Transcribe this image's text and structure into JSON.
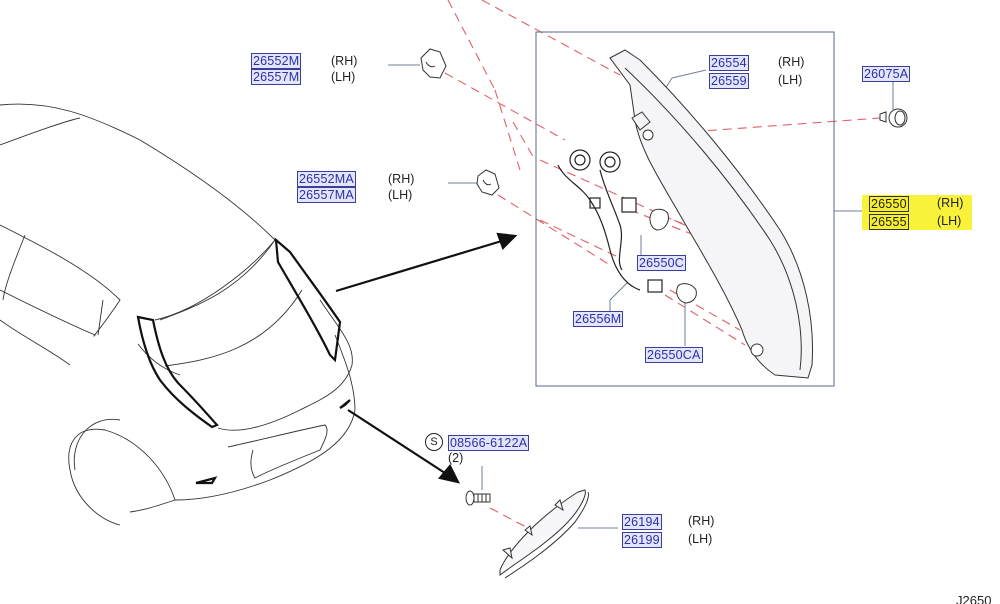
{
  "diagram": {
    "title_code": "J2650",
    "highlight_color": "#f9f23a",
    "part_number_color": "#2b2fa8",
    "dash_color": "#e0606a",
    "callouts": [
      {
        "id": "lens-bracket-upper",
        "part_rh": "26552M",
        "label_rh": "(RH)",
        "part_lh": "26557M",
        "label_lh": "(LH)"
      },
      {
        "id": "lens-bracket-lower",
        "part_rh": "26552MA",
        "label_rh": "(RH)",
        "part_lh": "26557MA",
        "label_lh": "(LH)"
      },
      {
        "id": "lamp-housing",
        "part_rh": "26554",
        "label_rh": "(RH)",
        "part_lh": "26559",
        "label_lh": "(LH)"
      },
      {
        "id": "rear-combination-lamp",
        "part_rh": "26550",
        "label_rh": "(RH)",
        "part_lh": "26555",
        "label_lh": "(LH)",
        "highlighted": true
      },
      {
        "id": "reflex-reflector",
        "part_rh": "26194",
        "label_rh": "(RH)",
        "part_lh": "26199",
        "label_lh": "(LH)"
      }
    ],
    "single_parts": {
      "grommet": "26075A",
      "bulb_upper": "26550C",
      "bulb_lower": "26550CA",
      "harness": "26556M"
    },
    "screw": {
      "badge": "S",
      "part": "08566-6122A",
      "qty": "(2)"
    }
  }
}
